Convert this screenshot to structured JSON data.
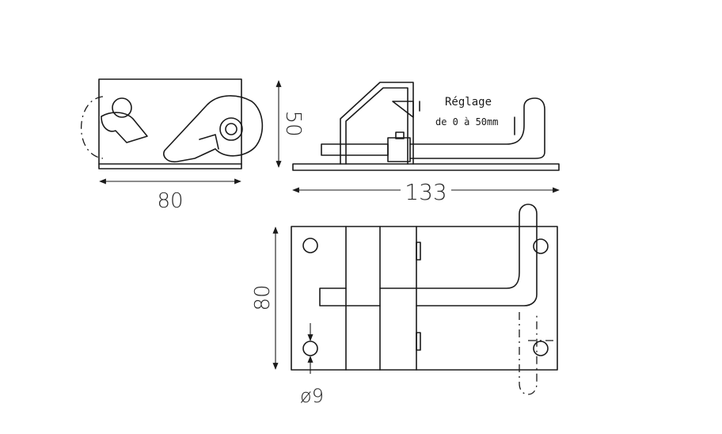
{
  "dimensions": {
    "side_width": "80",
    "side_height": "50",
    "front_length": "133",
    "plan_height": "80",
    "hole_diameter": "ø9"
  },
  "annotation": {
    "line1": "Réglage",
    "line2": "de 0 à 50mm"
  }
}
